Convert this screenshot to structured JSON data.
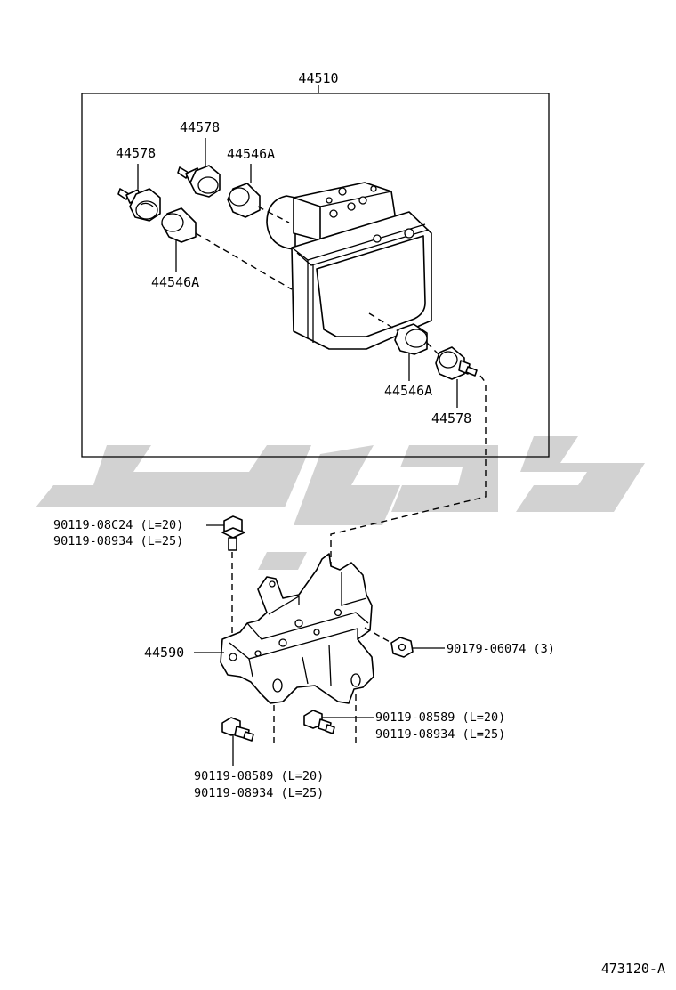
{
  "assembly_label": "44510",
  "labels": {
    "sensor_a_top_mid": "44578",
    "sensor_a_top_left": "44578",
    "cap_top": "44546A",
    "cap_left": "44546A",
    "cap_right": "44546A",
    "sensor_right": "44578",
    "bracket": "44590",
    "bolt_top_1": "90119-08C24 (L=20)",
    "bolt_top_2": "90119-08934 (L=25)",
    "nut": "90179-06074 (3)",
    "bolt_right_1": "90119-08589 (L=20)",
    "bolt_right_2": "90119-08934 (L=25)",
    "bolt_bottom_1": "90119-08589 (L=20)",
    "bolt_bottom_2": "90119-08934 (L=25)"
  },
  "figure_id": "473120-A"
}
